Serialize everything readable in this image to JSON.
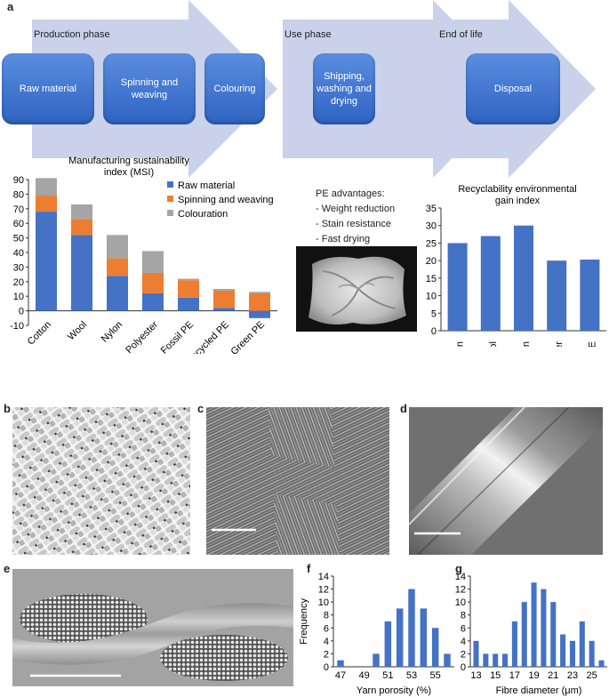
{
  "panel_labels": {
    "a": "a",
    "b": "b",
    "c": "c",
    "d": "d",
    "e": "e",
    "f": "f",
    "g": "g"
  },
  "phases": {
    "production": "Production phase",
    "use": "Use phase",
    "end": "End of life"
  },
  "boxes": {
    "raw": "Raw material",
    "spinning": "Spinning and weaving",
    "colouring": "Colouring",
    "shipping": "Shipping, washing and drying",
    "disposal": "Disposal"
  },
  "pe_advantages": {
    "title": "PE advantages:",
    "items": [
      "- Weight reduction",
      "- Stain resistance",
      "- Fast drying"
    ]
  },
  "colors": {
    "arrow": "#c9d2ea",
    "blue": "#4472c4",
    "orange": "#ed7d31",
    "gray": "#a5a5a5"
  },
  "chart_data": [
    {
      "type": "bar",
      "stacked": true,
      "title": "Manufacturing sustainability index (MSI)",
      "categories": [
        "Cotton",
        "Wool",
        "Nylon",
        "Polyester",
        "Fossil PE",
        "Recycled PE",
        "Green PE"
      ],
      "series": [
        {
          "name": "Raw material",
          "values": [
            68,
            52,
            24,
            12,
            9,
            2,
            -5
          ]
        },
        {
          "name": "Spinning and weaving",
          "values": [
            11,
            11,
            12,
            14,
            12,
            12,
            12
          ]
        },
        {
          "name": "Colouration",
          "values": [
            12,
            10,
            16,
            15,
            1,
            1,
            1
          ]
        }
      ],
      "ylim": [
        -10,
        90
      ],
      "yticks": [
        "-10",
        "0",
        "10",
        "20",
        "30",
        "40",
        "50",
        "60",
        "70",
        "80",
        "90"
      ],
      "legend": "top-right"
    },
    {
      "type": "bar",
      "title": "Recyclability environmental gain index",
      "categories": [
        "Cotton",
        "Wool",
        "Nylon",
        "Polyester",
        "PE"
      ],
      "values": [
        25,
        27,
        30,
        20,
        20.3
      ],
      "ylim": [
        0,
        35
      ],
      "yticks": [
        "0",
        "5",
        "10",
        "15",
        "20",
        "25",
        "30",
        "35"
      ]
    },
    {
      "type": "bar",
      "title": "",
      "categories": [
        "47",
        "48",
        "49",
        "50",
        "51",
        "52",
        "53",
        "54",
        "55",
        "56"
      ],
      "x": [
        47,
        48,
        49,
        50,
        51,
        52,
        53,
        54,
        55,
        56
      ],
      "values": [
        1,
        0,
        0,
        2,
        7,
        9,
        12,
        9,
        6,
        2
      ],
      "xticks": [
        "47",
        "49",
        "51",
        "53",
        "55"
      ],
      "xlabel": "Yarn porosity (%)",
      "ylabel": "Frequency",
      "ylim": [
        0,
        14
      ],
      "yticks": [
        "0",
        "2",
        "4",
        "6",
        "8",
        "10",
        "12",
        "14"
      ]
    },
    {
      "type": "bar",
      "title": "",
      "categories": [
        "13",
        "14",
        "15",
        "16",
        "17",
        "18",
        "19",
        "20",
        "21",
        "22",
        "23",
        "24",
        "25",
        "26"
      ],
      "x": [
        13,
        14,
        15,
        16,
        17,
        18,
        19,
        20,
        21,
        22,
        23,
        24,
        25,
        26
      ],
      "values": [
        4,
        2,
        2,
        2,
        7,
        10,
        13,
        12,
        10,
        5,
        4,
        7,
        4,
        1
      ],
      "xticks": [
        "13",
        "15",
        "17",
        "19",
        "21",
        "23",
        "25"
      ],
      "xlabel": "Fibre diameter (μm)",
      "ylabel": "",
      "ylim": [
        0,
        14
      ],
      "yticks": [
        "0",
        "2",
        "4",
        "6",
        "8",
        "10",
        "12",
        "14"
      ]
    }
  ]
}
